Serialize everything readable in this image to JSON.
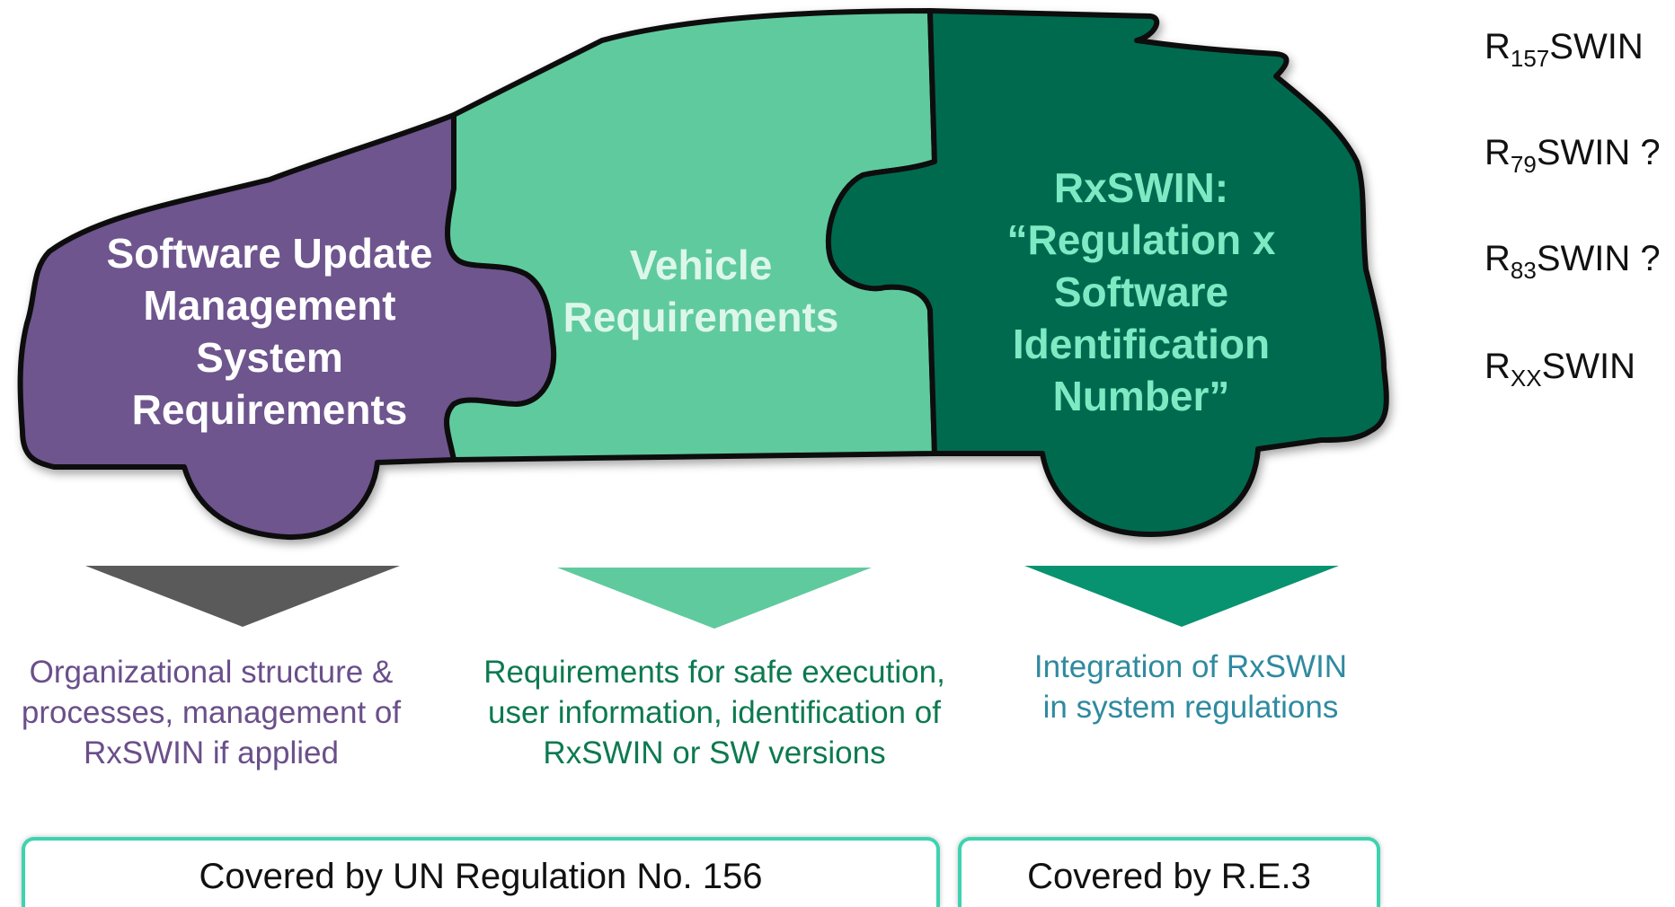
{
  "car": {
    "pieces": [
      {
        "id": "software-update",
        "lines": [
          "Software Update",
          "Management",
          "System",
          "Requirements"
        ],
        "fill": "#6e548e",
        "text_color": "#ffffff"
      },
      {
        "id": "vehicle",
        "lines": [
          "Vehicle",
          "Requirements"
        ],
        "fill": "#5fca9e",
        "text_color": "#dcf7ea"
      },
      {
        "id": "rxswin",
        "lines": [
          "RxSWIN:",
          "“Regulation x",
          "Software",
          "Identification",
          "Number”"
        ],
        "fill": "#036a4f",
        "text_color": "#7fe9c4"
      }
    ]
  },
  "arrows": [
    {
      "color": "#5a5a5a"
    },
    {
      "color": "#5fca9e"
    },
    {
      "color": "#07936f"
    }
  ],
  "descriptions": [
    {
      "lines": [
        "Organizational structure &",
        "processes, management of",
        "RxSWIN if applied"
      ],
      "color": "#6a4f8a"
    },
    {
      "lines": [
        "Requirements for safe execution,",
        "user information, identification of",
        "RxSWIN or SW versions"
      ],
      "color": "#0c7a4f"
    },
    {
      "lines": [
        "Integration of RxSWIN",
        "in system regulations"
      ],
      "color": "#2f8aa0"
    }
  ],
  "coverage": {
    "un_regulation": "Covered by UN Regulation No. 156",
    "re3": "Covered by R.E.3"
  },
  "swin_list": [
    {
      "prefix": "R",
      "sub": "157",
      "suffix": "SWIN"
    },
    {
      "prefix": "R",
      "sub": "79",
      "suffix": "SWIN ?"
    },
    {
      "prefix": "R",
      "sub": "83",
      "suffix": "SWIN ?"
    },
    {
      "prefix": "R",
      "sub": "XX",
      "suffix": "SWIN"
    }
  ]
}
